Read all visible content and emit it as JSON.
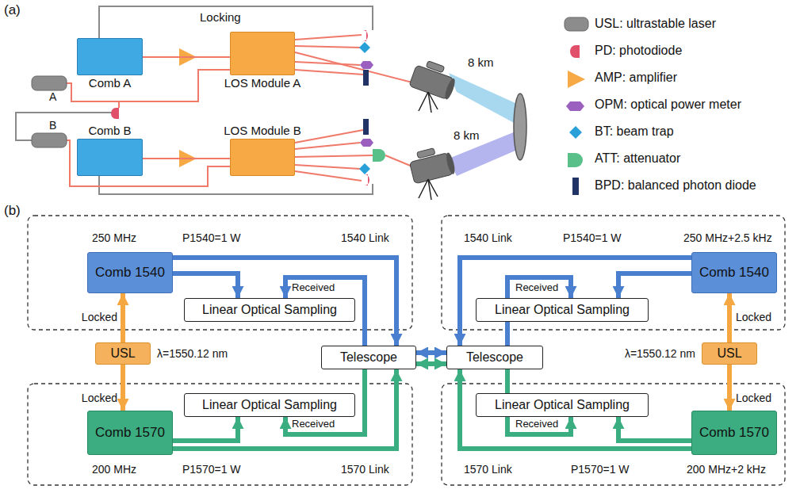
{
  "diagram": {
    "nodes": [
      {
        "text": [
          "Comb A"
        ]
      },
      {
        "text": [
          "LOS Module A"
        ]
      },
      {
        "text": [
          "Comb B"
        ]
      },
      {
        "text": [
          "LOS Module B"
        ]
      },
      {
        "text": [
          "Comb 1540"
        ]
      },
      {
        "text": [
          "Linear Optical Sampling"
        ]
      },
      {
        "text": [
          "Comb 1540"
        ]
      },
      {
        "text": [
          "Linear Optical Sampling"
        ]
      },
      {
        "text": [
          "USL"
        ]
      },
      {
        "text": [
          "Telescope"
        ]
      },
      {
        "text": [
          "Telescope"
        ]
      },
      {
        "text": [
          "USL"
        ]
      },
      {
        "text": [
          "Linear Optical Sampling"
        ]
      },
      {
        "text": [
          "Comb 1570"
        ]
      },
      {
        "text": [
          "Linear Optical Sampling"
        ]
      },
      {
        "text": [
          "Comb 1570"
        ]
      }
    ],
    "edges": [
      {
        "from": 0,
        "to": 1,
        "arrow": "none"
      },
      {
        "from": 2,
        "to": 3,
        "arrow": "none"
      },
      {
        "from": 4,
        "to": 9,
        "arrow": "to"
      },
      {
        "from": 4,
        "to": 5,
        "arrow": "to"
      },
      {
        "from": 9,
        "to": 5,
        "arrow": "to"
      },
      {
        "from": 6,
        "to": 10,
        "arrow": "to"
      },
      {
        "from": 6,
        "to": 7,
        "arrow": "to"
      },
      {
        "from": 10,
        "to": 7,
        "arrow": "to"
      },
      {
        "from": 8,
        "to": 4,
        "arrow": "to"
      },
      {
        "from": 8,
        "to": 13,
        "arrow": "to"
      },
      {
        "from": 11,
        "to": 6,
        "arrow": "to"
      },
      {
        "from": 11,
        "to": 15,
        "arrow": "to"
      },
      {
        "from": 13,
        "to": 9,
        "arrow": "to"
      },
      {
        "from": 13,
        "to": 12,
        "arrow": "to"
      },
      {
        "from": 9,
        "to": 12,
        "arrow": "to"
      },
      {
        "from": 15,
        "to": 10,
        "arrow": "to"
      },
      {
        "from": 15,
        "to": 14,
        "arrow": "to"
      },
      {
        "from": 10,
        "to": 14,
        "arrow": "to"
      },
      {
        "from": 9,
        "to": 10,
        "arrow": "both"
      },
      {
        "from": 9,
        "to": 10,
        "arrow": "both"
      }
    ],
    "labels": [
      "(a)",
      "Locking",
      "A",
      "B",
      "8 km",
      "8 km",
      "(b)",
      "250 MHz",
      "P1540=1 W",
      "1540 Link",
      "1540 Link",
      "P1540=1 W",
      "250 MHz+2.5 kHz",
      "Received",
      "Received",
      "Locked",
      "Locked",
      "λ=1550.12 nm",
      "λ=1550.12 nm",
      "Locked",
      "Locked",
      "Received",
      "Received",
      "200 MHz",
      "P1570=1 W",
      "1570 Link",
      "1570 Link",
      "P1570=1 W",
      "200 MHz+2 kHz"
    ],
    "legend": [
      {
        "text": "USL: ultrastable laser"
      },
      {
        "text": "PD: photodiode"
      },
      {
        "text": "AMP: amplifier"
      },
      {
        "text": "OPM: optical power meter"
      },
      {
        "text": "BT: beam trap"
      },
      {
        "text": "ATT: attenuator"
      },
      {
        "text": "BPD: balanced photon diode"
      }
    ]
  }
}
